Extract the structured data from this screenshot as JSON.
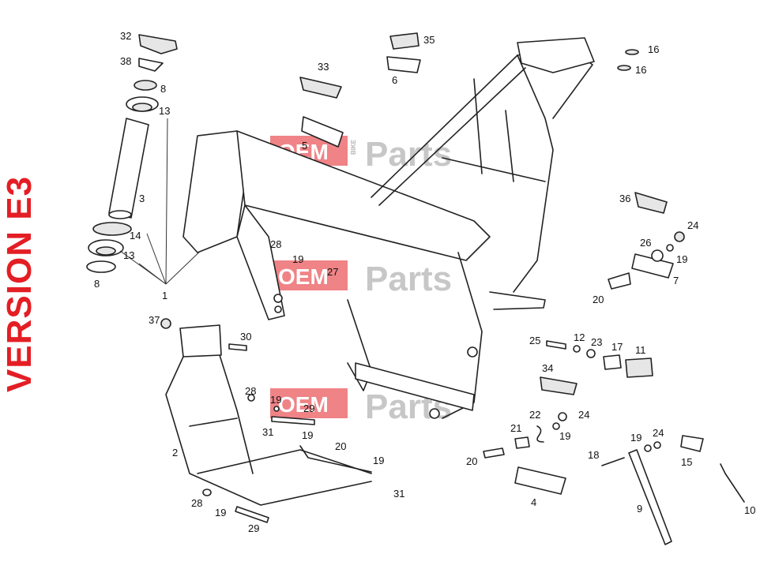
{
  "version_label": "VERSION E3",
  "watermark": {
    "brand_red": "OEM",
    "brand_small": "BIKE",
    "brand_grey": "Parts",
    "red": "#e31e24",
    "grey": "#9a9a9a"
  },
  "callouts": {
    "n1": "1",
    "n2": "2",
    "n3": "3",
    "n4": "4",
    "n5": "5",
    "n6": "6",
    "n7": "7",
    "n8a": "8",
    "n8b": "8",
    "n9": "9",
    "n10": "10",
    "n11": "11",
    "n12": "12",
    "n13a": "13",
    "n13b": "13",
    "n14": "14",
    "n15": "15",
    "n16a": "16",
    "n16b": "16",
    "n17": "17",
    "n18": "18",
    "n19a": "19",
    "n19b": "19",
    "n19c": "19",
    "n19d": "19",
    "n19e": "19",
    "n19f": "19",
    "n19g": "19",
    "n19h": "19",
    "n20a": "20",
    "n20b": "20",
    "n20c": "20",
    "n21": "21",
    "n22": "22",
    "n23": "23",
    "n24a": "24",
    "n24b": "24",
    "n24c": "24",
    "n25": "25",
    "n26": "26",
    "n27": "27",
    "n28a": "28",
    "n28b": "28",
    "n28c": "28",
    "n29a": "29",
    "n29b": "29",
    "n30": "30",
    "n31a": "31",
    "n31b": "31",
    "n32": "32",
    "n33": "33",
    "n34": "34",
    "n35": "35",
    "n36": "36",
    "n37": "37",
    "n38": "38"
  }
}
